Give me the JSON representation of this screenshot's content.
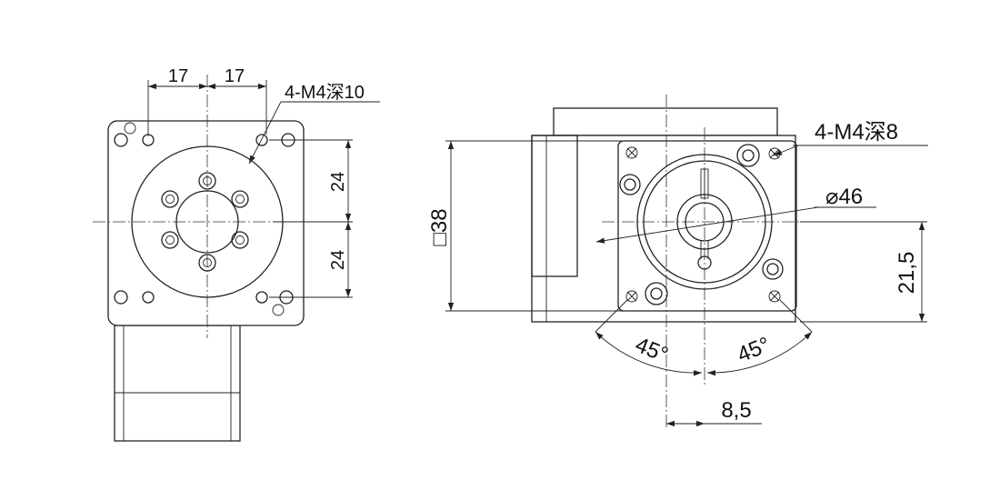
{
  "left_view": {
    "dim_top_left": "17",
    "dim_top_right": "17",
    "dim_right_upper": "24",
    "dim_right_lower": "24",
    "thread_note": "4-M4深10"
  },
  "right_view": {
    "thread_note": "4-M4深8",
    "dia_label": "⌀46",
    "square_label": "□38",
    "height_label": "21,5",
    "angle_left": "45°",
    "angle_right": "45°",
    "offset_label": "8,5"
  }
}
